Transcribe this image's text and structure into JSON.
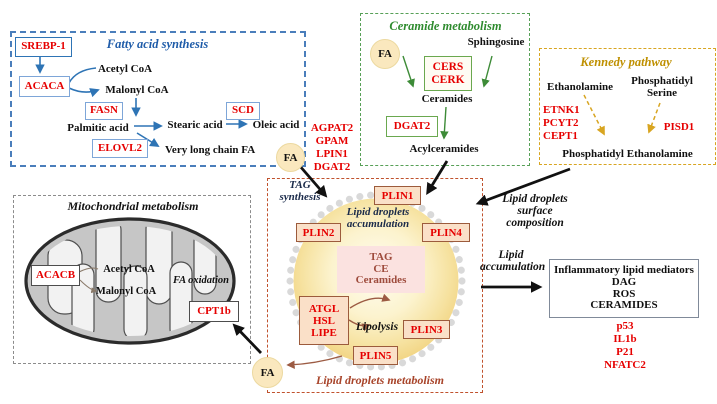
{
  "palette": {
    "blue_accent": "#1f5ca9",
    "green_accent": "#2e8b2e",
    "gold_accent": "#bf9000",
    "rust_accent": "#c0522d",
    "red_gene": "#e60000",
    "navy_label": "#1a2a4a",
    "maroon_core": "#9e4b3c"
  },
  "fatty": {
    "title": "Fatty acid synthesis",
    "srebp1": "SREBP-1",
    "acaca": "ACACA",
    "fasn": "FASN",
    "scd": "SCD",
    "elovl2": "ELOVL2",
    "acetyl_coa": "Acetyl CoA",
    "malonyl_coa": "Malonyl CoA",
    "palmitic": "Palmitic acid",
    "stearic": "Stearic acid",
    "oleic": "Oleic acid",
    "vlcfa": "Very long chain FA"
  },
  "ceramide": {
    "title": "Ceramide metabolism",
    "fa": "FA",
    "sphingosine": "Sphingosine",
    "cers": "CERS",
    "cerk": "CERK",
    "ceramides": "Ceramides",
    "dgat2": "DGAT2",
    "acylceramides": "Acylceramides"
  },
  "kennedy": {
    "title": "Kennedy pathway",
    "ethanolamine": "Ethanolamine",
    "phosphatidyl_serine": "Phosphatidyl Serine",
    "etnk1": "ETNK1",
    "pcyt2": "PCYT2",
    "cept1": "CEPT1",
    "pisd1": "PISD1",
    "product": "Phosphatidyl Ethanolamine"
  },
  "tag_genes": {
    "agpat2": "AGPAT2",
    "gpam": "GPAM",
    "lpin1": "LPIN1",
    "dgat2": "DGAT2"
  },
  "fa_top": "FA",
  "fa_bottom": "FA",
  "mito": {
    "title": "Mitochondrial metabolism",
    "acacb": "ACACB",
    "acetyl_coa": "Acetyl CoA",
    "malonyl_coa": "Malonyl CoA",
    "fa_oxidation": "FA oxidation",
    "cpt1b": "CPT1b"
  },
  "droplet": {
    "tag_synthesis": "TAG synthesis",
    "plin1": "PLIN1",
    "plin2": "PLIN2",
    "plin3": "PLIN3",
    "plin4": "PLIN4",
    "plin5": "PLIN5",
    "accumulation": "Lipid droplets accumulation",
    "core": [
      "TAG",
      "CE",
      "Ceramides"
    ],
    "lipases": [
      "ATGL",
      "HSL",
      "LIPE"
    ],
    "lipolysis": "Lipolysis",
    "metabolism": "Lipid droplets metabolism"
  },
  "right": {
    "surface": "Lipid droplets surface composition",
    "lipid_accumulation": "Lipid accumulation",
    "mediators": [
      "Inflammatory lipid mediators",
      "DAG",
      "ROS",
      "CERAMIDES"
    ],
    "red_list": [
      "p53",
      "IL1b",
      "P21",
      "NFATC2"
    ]
  }
}
